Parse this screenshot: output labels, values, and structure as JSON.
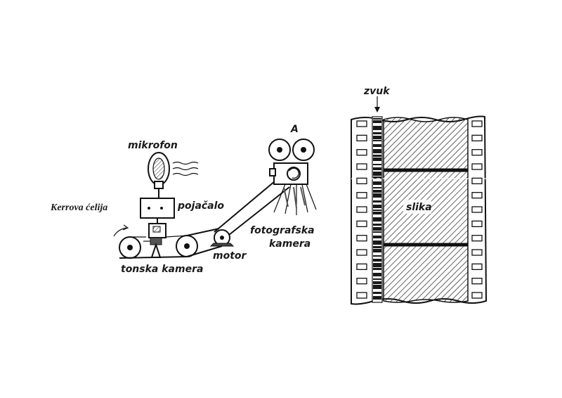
{
  "labels": {
    "mikrofon": "mikrofon",
    "pojacalo": "pojačalo",
    "kerr_cell": "Kerrova ćelija",
    "tonska_kamera": "tonska kamera",
    "motor": "motor",
    "fotografska": "fotografska",
    "kamera": "kamera",
    "camera_letter": "A",
    "zvuk": "zvuk",
    "slika": "slika"
  },
  "colors": {
    "ink": "#111111",
    "paper": "#ffffff"
  },
  "film": {
    "sprocket_rows": 13,
    "frame_lines": 2
  }
}
